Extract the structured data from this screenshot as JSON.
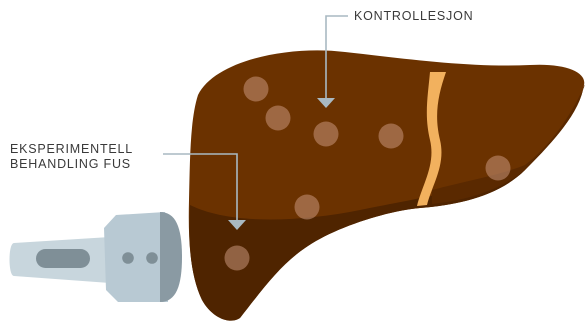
{
  "labels": {
    "control": "KONTROLLESJON",
    "experimental_line1": "EKSPERIMENTELL",
    "experimental_line2": "BEHANDLING FUS"
  },
  "colors": {
    "liver_light": "#6b3200",
    "liver_dark": "#4f2400",
    "fissure": "#f2b15e",
    "lesion": "#c9957a",
    "probe_body": "#b8c9d3",
    "probe_cap": "#8a9aa3",
    "probe_handle": "#c8d6dd",
    "probe_slot": "#7f8f97",
    "callout_line": "#a9b9c2",
    "callout_arrow": "#a9b9c2",
    "label_text": "#3a3a3a"
  }
}
